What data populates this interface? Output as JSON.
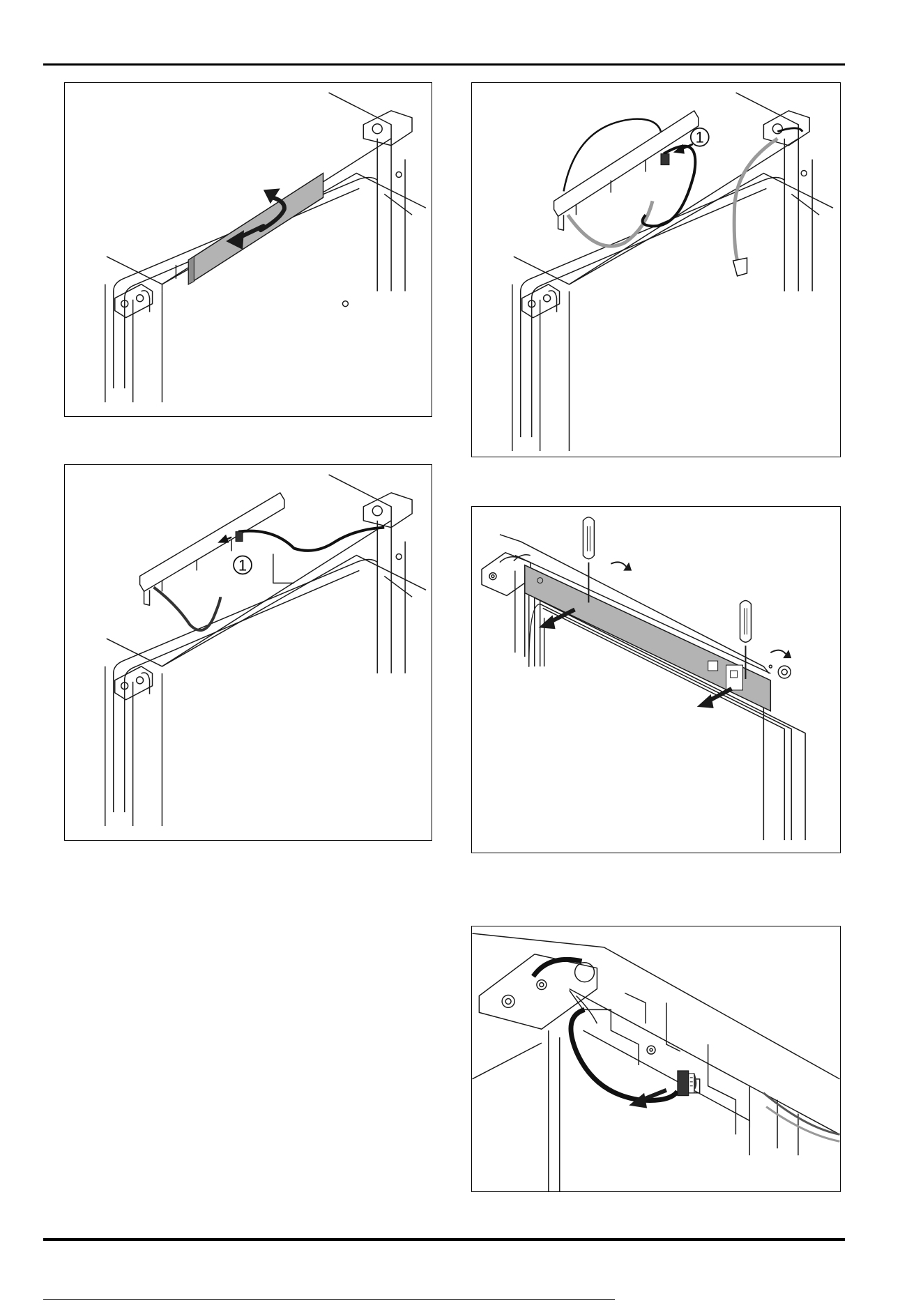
{
  "figures": [
    {
      "name": "figure-cover-strip-removal",
      "icons": [
        "rotate-arrow-icon",
        "cover-strip"
      ]
    },
    {
      "name": "figure-cable-disconnect-top",
      "callout": "1",
      "icons": [
        "connector-icon",
        "cable"
      ]
    },
    {
      "name": "figure-cable-disconnect-bottom",
      "callout": "1",
      "icons": [
        "connector-icon",
        "cable"
      ]
    },
    {
      "name": "figure-panel-pry-screwdriver",
      "icons": [
        "screwdriver-icon",
        "arrow-icon",
        "panel"
      ]
    },
    {
      "name": "figure-connector-pull",
      "icons": [
        "connector-icon",
        "arrow-icon",
        "cable"
      ]
    }
  ],
  "colors": {
    "line": "#1a1a1a",
    "panel_fill": "#b3b3b3",
    "cable": "#111111",
    "cable_light": "#9a9a9a"
  }
}
